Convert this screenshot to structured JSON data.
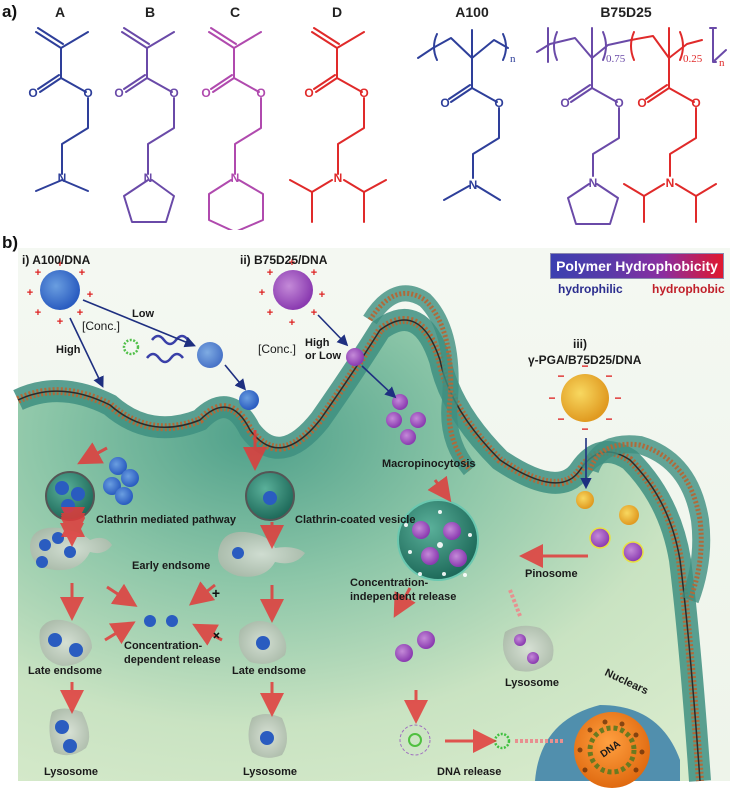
{
  "panel_a": {
    "label": "a)",
    "molecules": [
      {
        "id": "A",
        "title": "A",
        "color": "#2e3f9a",
        "amine": "dimethylamino"
      },
      {
        "id": "B",
        "title": "B",
        "color": "#6a4aa8",
        "amine": "pyrrolidine"
      },
      {
        "id": "C",
        "title": "C",
        "color": "#b04aae",
        "amine": "piperidine"
      },
      {
        "id": "D",
        "title": "D",
        "color": "#e02a2a",
        "amine": "diisopropylamino"
      },
      {
        "id": "A100",
        "title": "A100",
        "color": "#2e3f9a",
        "subscript": "n"
      },
      {
        "id": "B75D25",
        "title": "B75D25",
        "colors": [
          "#6a4aa8",
          "#e02a2a"
        ],
        "fractions": [
          "0.75",
          "0.25"
        ],
        "subscript": "n"
      }
    ],
    "atom_labels": {
      "oxygen": "O",
      "nitrogen": "N"
    }
  },
  "panel_b": {
    "label": "b)",
    "hydrophobicity_legend": {
      "title": "Polymer Hydrophobicity",
      "left": "hydrophilic",
      "right": "hydrophobic",
      "left_color": "#2b2d8e",
      "right_color": "#c0202a"
    },
    "complexes": {
      "i": "i) A100/DNA",
      "ii": "ii) B75D25/DNA",
      "iii_num": "iii)",
      "iii": "γ-PGA/B75D25/DNA"
    },
    "conc_labels": {
      "i_conc": "[Conc.]",
      "i_low": "Low",
      "i_high": "High",
      "ii_conc": "[Conc.]",
      "ii_high": "High",
      "ii_or_low": "or Low"
    },
    "pathway_labels": {
      "clathrin_pathway": "Clathrin mediated pathway",
      "clathrin_vesicle": "Clathrin-coated vesicle",
      "macropinocytosis": "Macropinocytosis",
      "pinosome": "Pinosome",
      "early_endosome": "Early endsome",
      "late_endosome_left": "Late endsome",
      "late_endosome_right": "Late endsome",
      "conc_dependent_1": "Concentration-",
      "conc_dependent_2": "dependent release",
      "conc_independent_1": "Concentration-",
      "conc_independent_2": "independent release",
      "lysosome_left": "Lysosome",
      "lysosome_mid": "Lysosome",
      "lysosome_right": "Lysosome",
      "dna_release": "DNA release",
      "nuclears": "Nuclears",
      "dna": "DNA"
    },
    "charges": {
      "positive": "+",
      "negative": "−",
      "block": "+"
    }
  }
}
